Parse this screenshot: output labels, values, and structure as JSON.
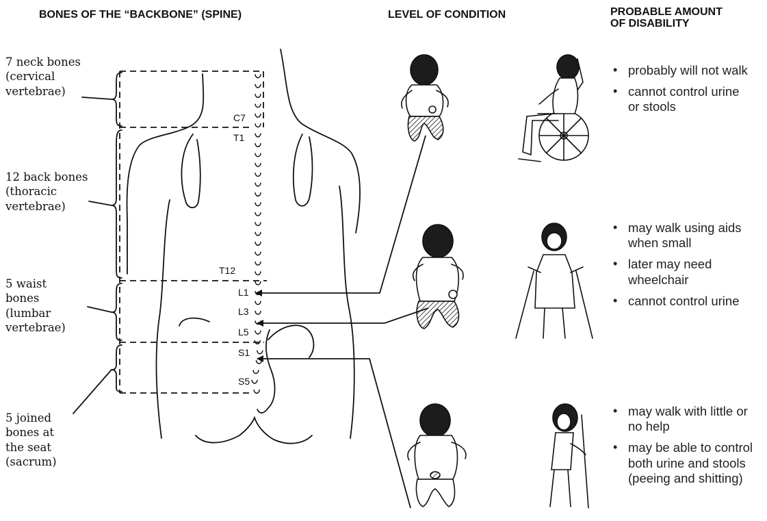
{
  "headers": {
    "spine": "BONES OF THE “BACKBONE” (SPINE)",
    "level": "LEVEL OF CONDITION",
    "disability_line1": "PROBABLE AMOUNT",
    "disability_line2": "OF DISABILITY"
  },
  "segments": [
    {
      "lines": [
        "7 neck bones",
        "(cervical",
        "vertebrae)"
      ]
    },
    {
      "lines": [
        "12 back bones",
        "(thoracic",
        "vertebrae)"
      ]
    },
    {
      "lines": [
        "5 waist",
        "bones",
        "(lumbar",
        "vertebrae)"
      ]
    },
    {
      "lines": [
        "5 joined",
        "bones at",
        "the seat",
        "(sacrum)"
      ]
    }
  ],
  "vertebra_labels": {
    "c7": "C7",
    "t1": "T1",
    "t12": "T12",
    "l1": "L1",
    "l3": "L3",
    "l5": "L5",
    "s1": "S1",
    "s5": "S5"
  },
  "disability_groups": [
    {
      "items": [
        "probably will not walk",
        "cannot control urine or stools"
      ]
    },
    {
      "items": [
        "may walk using aids when small",
        "later may need wheelchair",
        "cannot control urine"
      ]
    },
    {
      "items": [
        "may walk with little or no help",
        "may be able to control both urine and stools (peeing and shitting)"
      ]
    }
  ],
  "bullet_glyph": "•",
  "icons": {
    "child_high": "seated-child-illustration",
    "child_mid": "seated-child-illustration",
    "child_low": "seated-child-illustration",
    "wheelchair": "wheelchair-child-illustration",
    "crutches": "crutches-child-illustration",
    "cane": "walking-stick-child-illustration"
  }
}
